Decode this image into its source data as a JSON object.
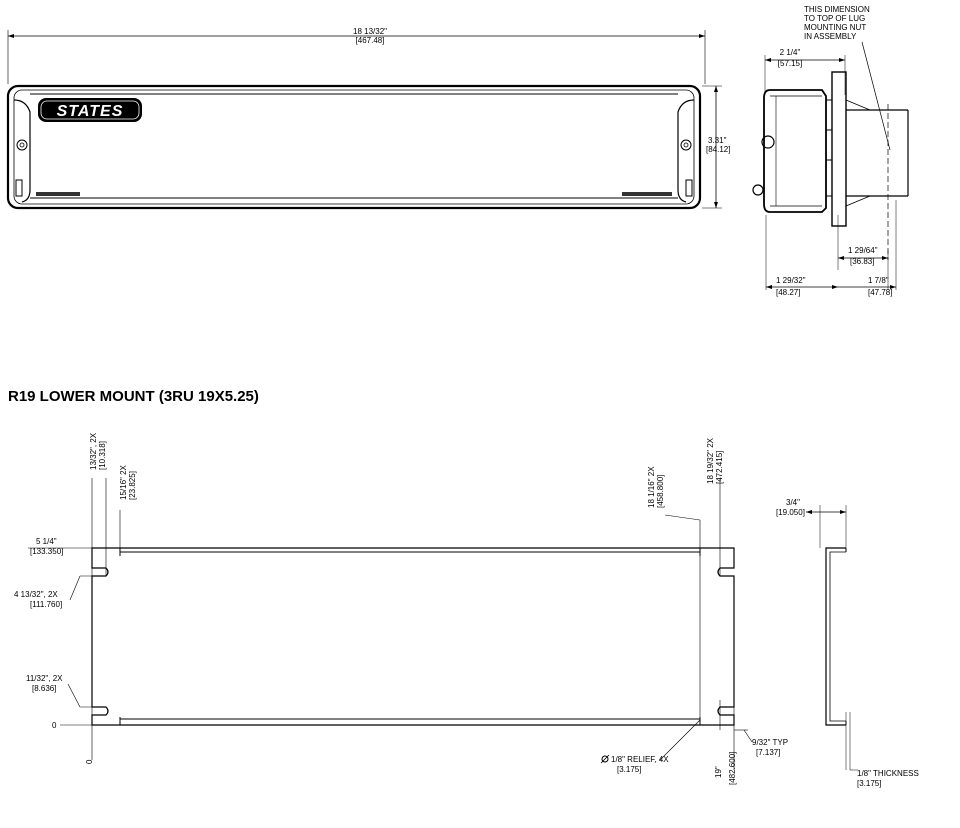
{
  "top": {
    "front": {
      "width_dim": "18  13/32\"",
      "width_dim_mm": "[467.48]",
      "height_dim": "3.31\"",
      "height_dim_mm": "[84.12]",
      "logo": "STATES"
    },
    "side": {
      "note": [
        "THIS DIMENSION",
        "TO TOP OF LUG",
        "MOUNTING NUT",
        "IN ASSEMBLY"
      ],
      "depth_dim": "2  1/4\"",
      "depth_dim_mm": "[57.15]",
      "dim_a": "1  29/64\"",
      "dim_a_mm": "[36.83]",
      "dim_b": "1  29/32\"",
      "dim_b_mm": "[48.27]",
      "dim_c": "1  7/8\"",
      "dim_c_mm": "[47.78]"
    }
  },
  "section_title": "R19 LOWER MOUNT (3RU 19X5.25)",
  "bottom": {
    "dim_13_32": "13/32\", 2X",
    "dim_13_32_mm": "[10.318]",
    "dim_15_16": "15/16\" 2X",
    "dim_15_16_mm": "[23.825]",
    "dim_18_1_16": "18 1/16\" 2X",
    "dim_18_1_16_mm": "[458.800]",
    "dim_18_19_32": "18 19/32\" 2X",
    "dim_18_19_32_mm": "[472.415]",
    "dim_5_1_4": "5  1/4\"",
    "dim_5_1_4_mm": "[133.350]",
    "dim_4_13_32": "4  13/32\", 2X",
    "dim_4_13_32_mm": "[111.760]",
    "dim_11_32": "11/32\", 2X",
    "dim_11_32_mm": "[8.636]",
    "zero": "0",
    "relief": "1/8\" RELIEF, 4X",
    "relief_mm": "[3.175]",
    "dim_19": "19\"",
    "dim_19_mm": "[482.600]",
    "dim_9_32": "9/32\" TYP",
    "dim_9_32_mm": "[7.137]",
    "dim_3_4": "3/4\"",
    "dim_3_4_mm": "[19.050]",
    "thickness": "1/8\" THICKNESS",
    "thickness_mm": "[3.175]"
  }
}
